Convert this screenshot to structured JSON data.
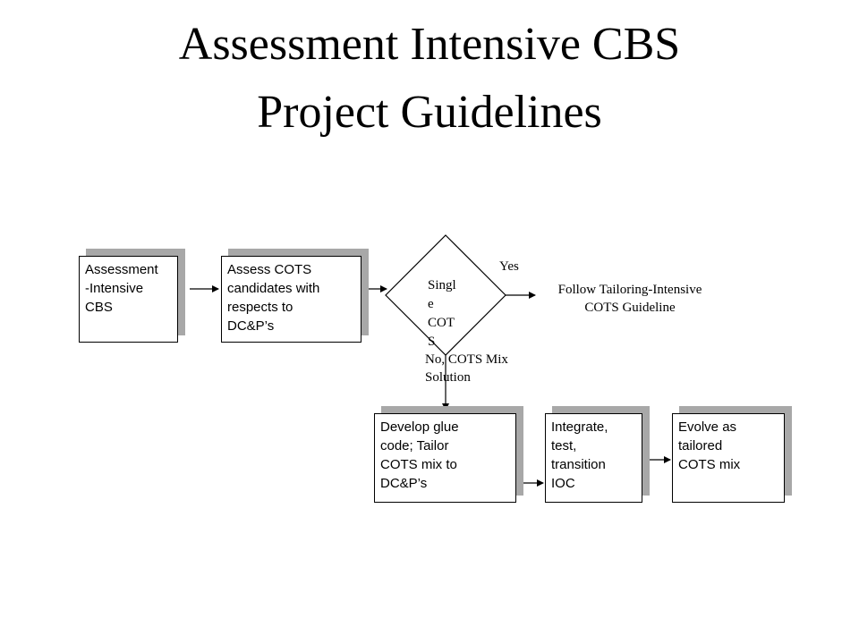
{
  "title": {
    "line1": "Assessment Intensive CBS",
    "line2": "Project Guidelines"
  },
  "steps": {
    "assessment_intensive": "Assessment\n-Intensive\nCBS",
    "assess_cots": "Assess COTS\ncandidates with\nrespects to\nDC&P’s",
    "develop_glue": "Develop glue\ncode; Tailor\nCOTS mix to\nDC&P’s",
    "integrate": "Integrate,\ntest,\ntransition\nIOC",
    "evolve": "Evolve as\ntailored\nCOTS mix"
  },
  "decision": {
    "label": "Singl\ne\nCOT\nS",
    "yes_label": "Yes",
    "no_label": "No, COTS Mix\nSolution"
  },
  "outcome": {
    "tailoring_guideline": "Follow Tailoring-Intensive\nCOTS Guideline"
  },
  "colors": {
    "shadow": "#a8a8a8",
    "line": "#000000",
    "background": "#ffffff"
  }
}
